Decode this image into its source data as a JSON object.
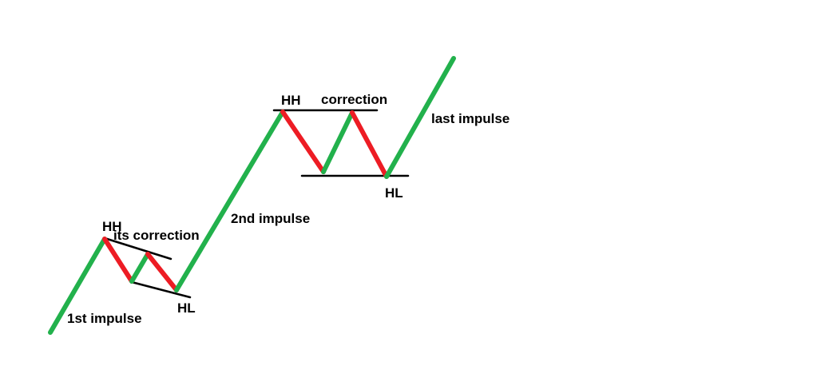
{
  "labels": {
    "first_hh": "HH",
    "first_hl": "HL",
    "its_correction": "its correction",
    "first_impulse": "1st impulse",
    "second_impulse": "2nd impulse",
    "second_hh": "HH",
    "correction": "correction",
    "second_hl": "HL",
    "last_impulse": "last impulse"
  },
  "colors": {
    "impulse": "#22b14c",
    "correction": "#ed1c24",
    "level_line": "#000000",
    "text": "#000000"
  }
}
